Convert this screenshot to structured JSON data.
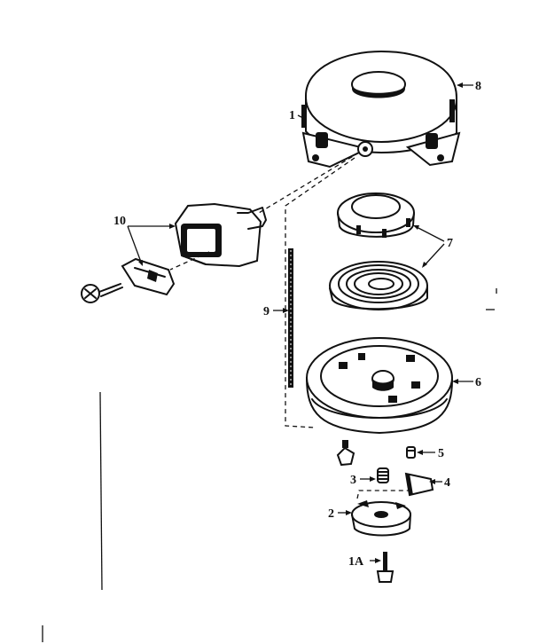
{
  "labels": {
    "p1": "1",
    "p1a": "1A",
    "p2": "2",
    "p3": "3",
    "p4": "4",
    "p5": "5",
    "p6": "6",
    "p7": "7",
    "p8": "8",
    "p9": "9",
    "p10": "10"
  }
}
